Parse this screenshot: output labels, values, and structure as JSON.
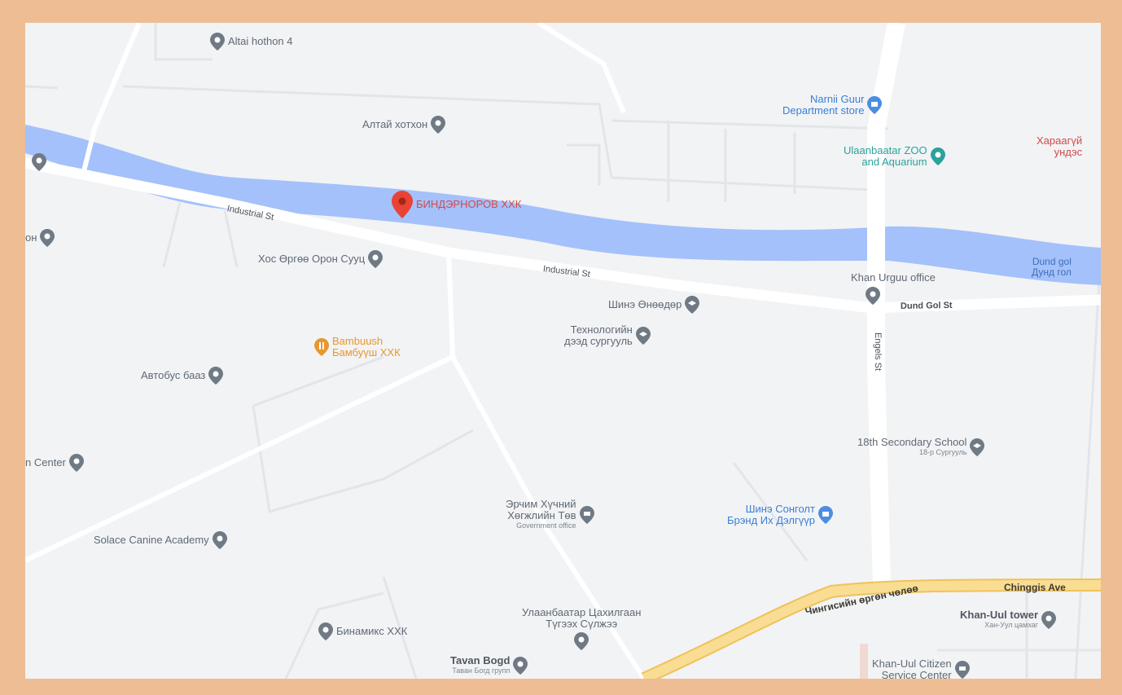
{
  "colors": {
    "frame": "#eebd94",
    "land": "#f2f3f5",
    "road": "#ffffff",
    "river": "#a4c1fb",
    "avenue": "#f6d27a",
    "pin_gray": "#6f7a84",
    "pin_red": "#e84335"
  },
  "selected_place": {
    "label": "БИНДЭРНОРОВ ХХК",
    "icon": "red-location-pin-icon"
  },
  "pois": {
    "altai_hothon_4": "Altai hothon 4",
    "altai_hotxon": "Алтай хотхон",
    "narnii_guur_line1": "Narnii Guur",
    "narnii_guur_line2": "Department store",
    "zoo_line1": "Ulaanbaatar ZOO",
    "zoo_line2": "and Aquarium",
    "haraagui_line1": "Хараагүй",
    "haraagui_line2": "ундэс",
    "left_on": "он",
    "hos_urgee": "Хос Өргөө Орон Сууц",
    "khan_urguu": "Khan Urguu office",
    "shina_unuudur": "Шинэ Өнөөдөр",
    "tech_line1": "Технологийн",
    "tech_line2": "дээд сургууль",
    "bambuush_line1": "Bambuush",
    "bambuush_line2": "Бамбуүш ХХК",
    "avtobus_baaz": "Автобус бааз",
    "center_left": "n Center",
    "school18_line1": "18th Secondary School",
    "school18_sub": "18-р Сургууль",
    "erchim_line1": "Эрчим Хүчний",
    "erchim_line2": "Хөгжлийн Төв",
    "erchim_sub": "Government office",
    "shinee_line1": "Шинэ Сонголт",
    "shinee_line2": "Брэнд Их Дэлгүүр",
    "solace": "Solace Canine Academy",
    "binamiks": "Бинамикс ХХК",
    "ub_line1": "Улаанбаатар Цахилгаан",
    "ub_line2": "Түгээх Сүлжээ",
    "tavan_bogd": "Tavan Bogd",
    "tavan_bogd_sub": "Таван Богд групп",
    "khan_uul_tower": "Khan-Uul tower",
    "khan_uul_tower_sub": "Хан-Уул цамхаг",
    "citizen_line1": "Khan-Uul Citizen",
    "citizen_line2": "Service Center"
  },
  "streets": {
    "industrial_1": "Industrial St",
    "industrial_2": "Industrial St",
    "dund_gol_st": "Dund Gol St",
    "engels": "Engels St",
    "chinggis_mn": "Чингисийн өргөн чөлөө",
    "chinggis_en": "Chinggis Ave"
  },
  "water": {
    "line1": "Dund gol",
    "line2": "Дунд гол"
  }
}
